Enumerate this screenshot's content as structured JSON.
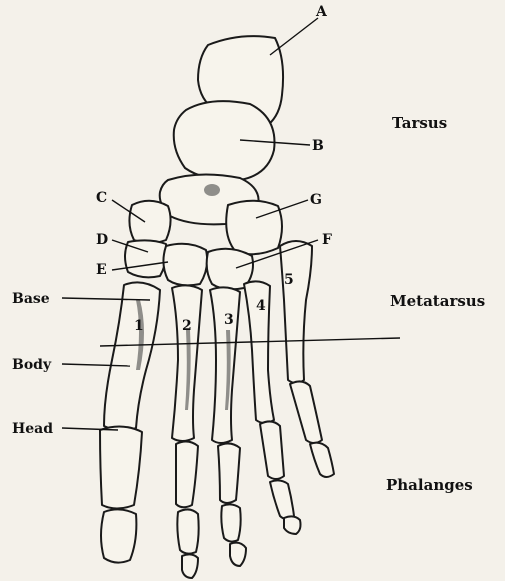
{
  "labels": {
    "A": "A",
    "B": "B",
    "C": "C",
    "D": "D",
    "E": "E",
    "F": "F",
    "G": "G",
    "base": "Base",
    "body": "Body",
    "head": "Head"
  },
  "regions": {
    "tarsus": "Tarsus",
    "metatarsus": "Metatarsus",
    "phalanges": "Phalanges"
  },
  "metatarsal_numbers": [
    "1",
    "2",
    "3",
    "4",
    "5"
  ]
}
